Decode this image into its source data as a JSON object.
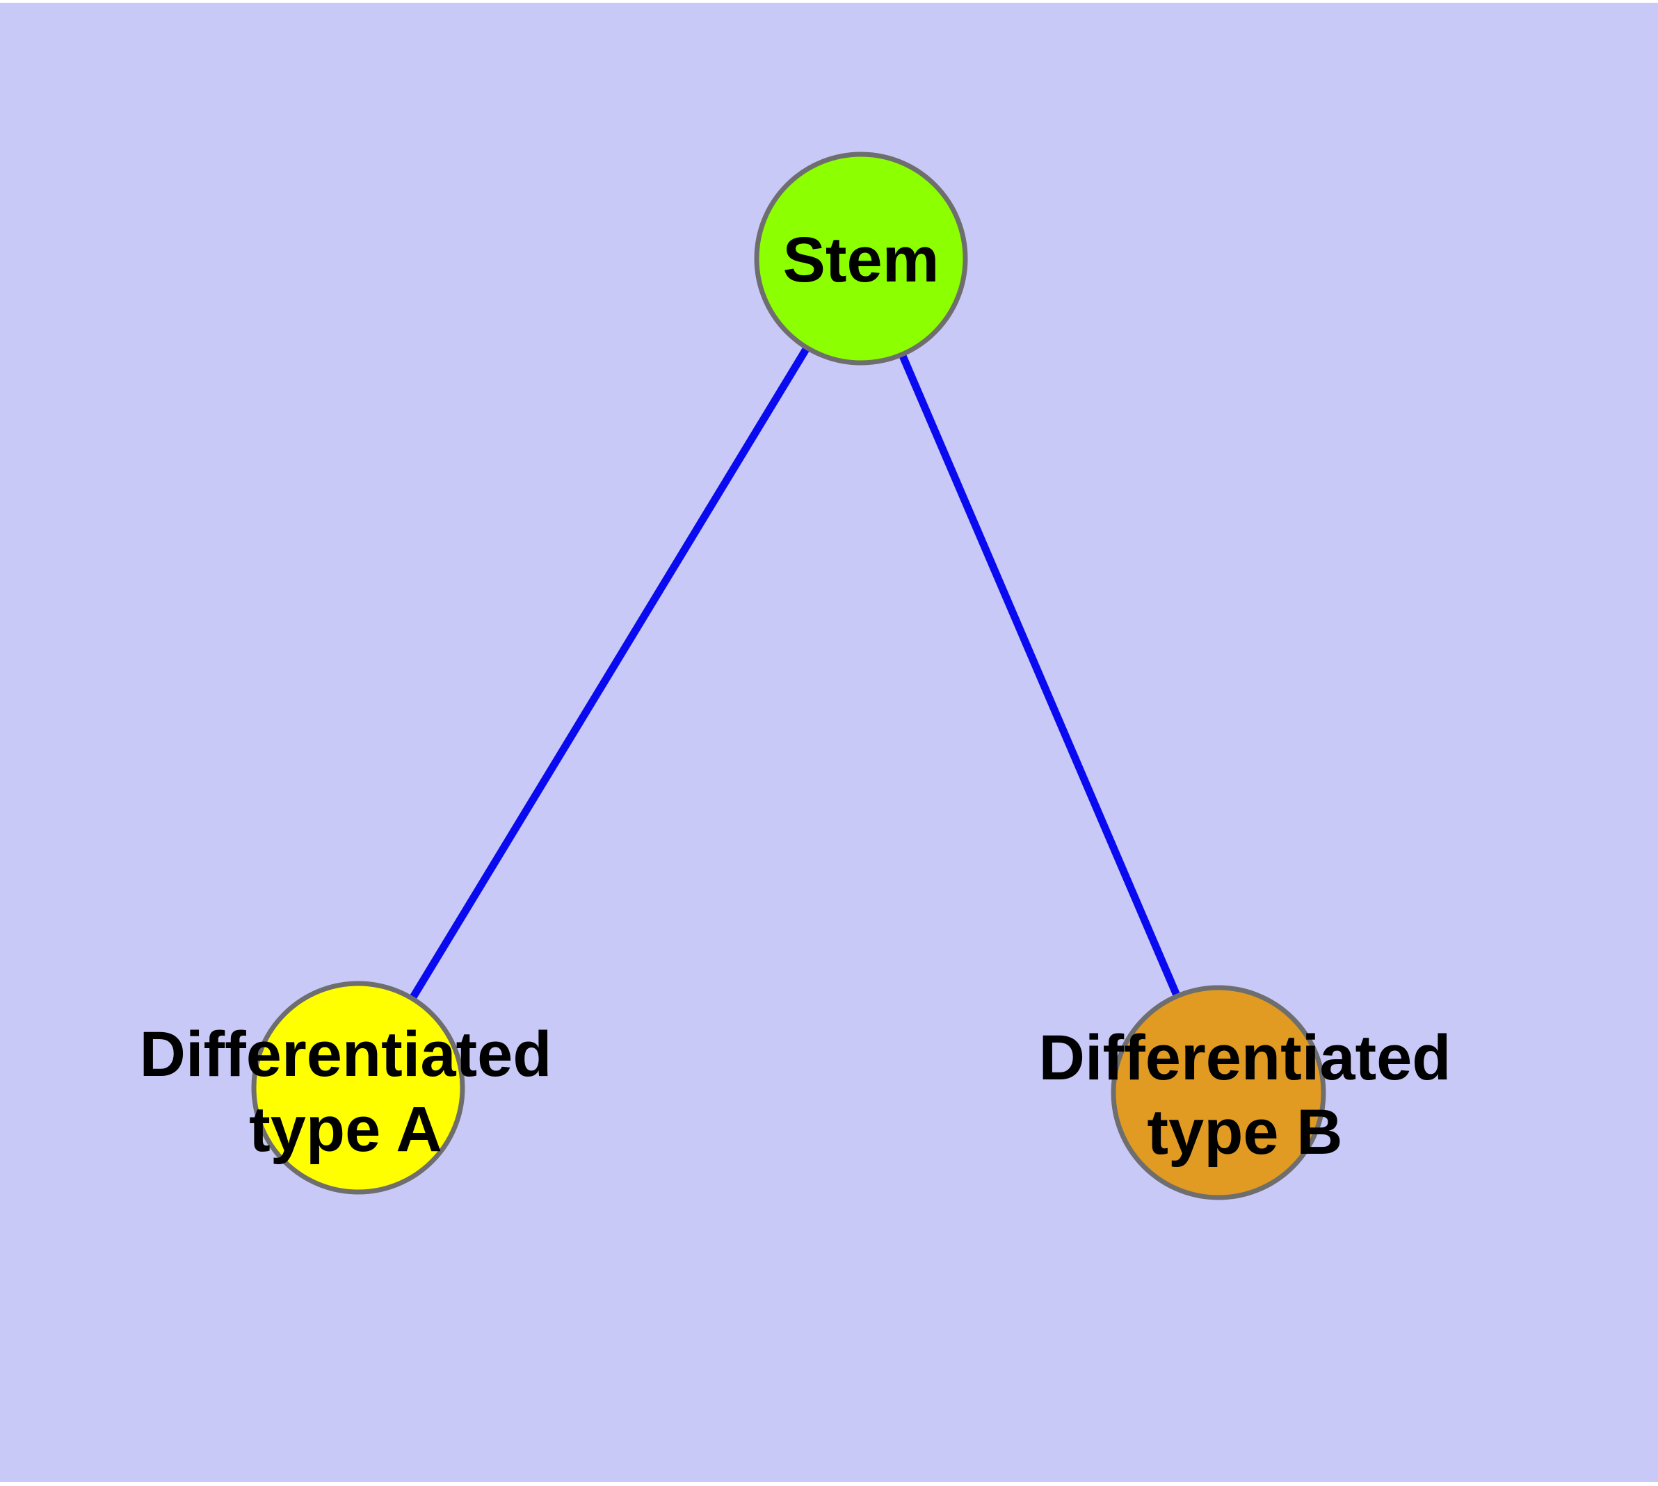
{
  "diagram": {
    "type": "graph",
    "background_color": "#C9C9F7",
    "edge_color": "#0A0AF0",
    "node_border_color": "#6E6E6E",
    "text_color": "#000000",
    "nodes": [
      {
        "id": "stem",
        "label": "Stem",
        "lines": [
          "Stem"
        ],
        "color": "#8CFF00"
      },
      {
        "id": "differentiated-type-a",
        "label": "Differentiated type A",
        "lines": [
          "Differentiated",
          "type A"
        ],
        "color": "#FFFF00"
      },
      {
        "id": "differentiated-type-b",
        "label": "Differentiated type B",
        "lines": [
          "Differentiated",
          "type B"
        ],
        "color": "#E29B22"
      }
    ],
    "edges": [
      {
        "from": "Stem",
        "to": "Differentiated type A"
      },
      {
        "from": "Stem",
        "to": "Differentiated type B"
      }
    ]
  }
}
